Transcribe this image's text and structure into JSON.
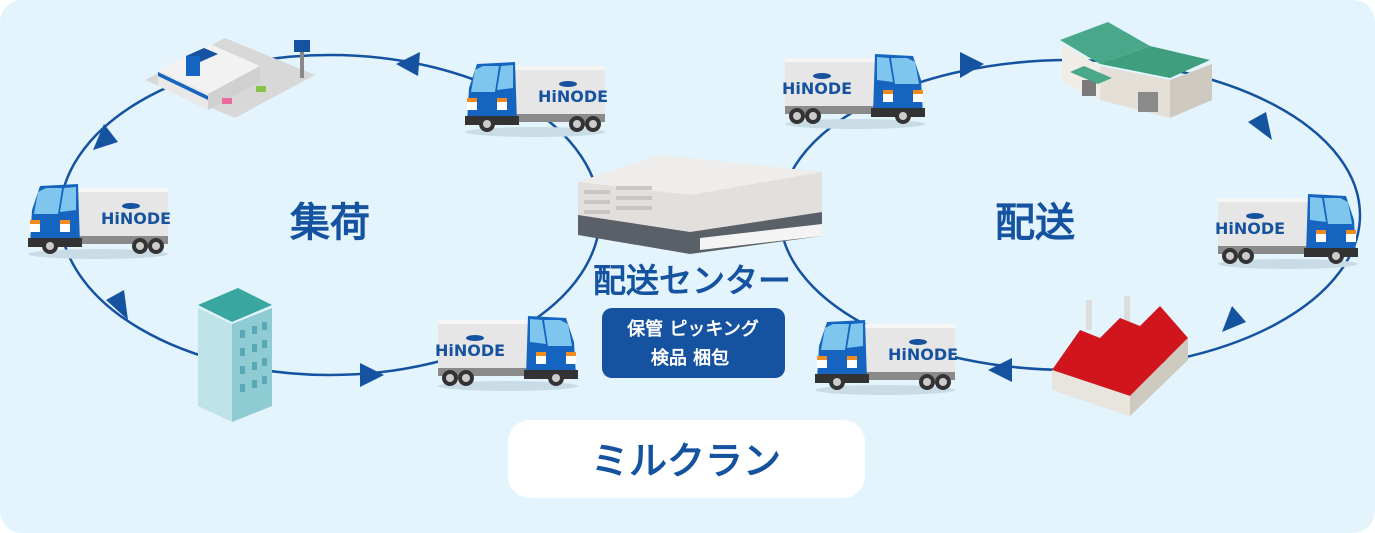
{
  "labels": {
    "pickup": "集荷",
    "delivery": "配送",
    "center": "配送センター",
    "services_line1": "保管 ピッキング",
    "services_line2": "検品 梱包",
    "milk_run": "ミルクラン"
  },
  "truck_brand": "HiNODE",
  "colors": {
    "background": "#e3f4fc",
    "accent": "#1552a0",
    "truck_cab": "#1565c0",
    "factory_roof": "#d0161c",
    "warehouse_roof": "#3f9e7e"
  }
}
